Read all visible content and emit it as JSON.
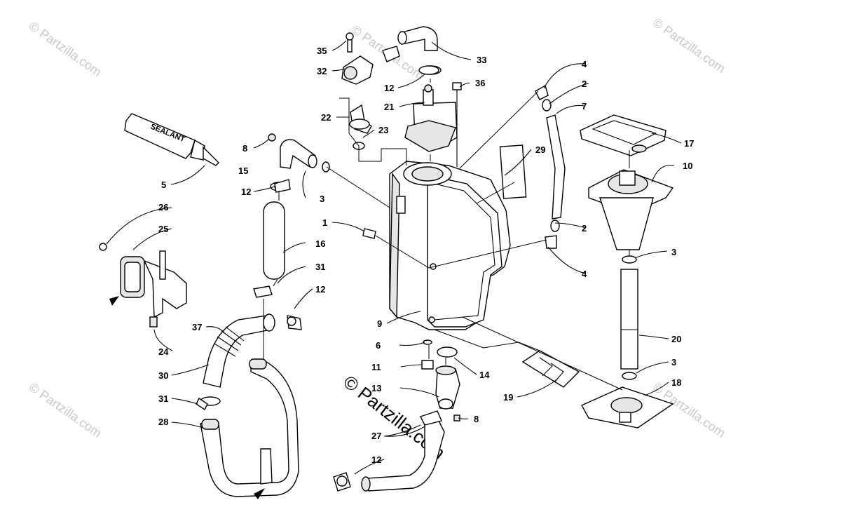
{
  "watermark": {
    "small": "© Partzilla.com",
    "big": "© Partzilla.com"
  },
  "sealant_text": "SEALANT",
  "callouts": {
    "c1": "1",
    "c2a": "2",
    "c2b": "2",
    "c3a": "3",
    "c3b": "3",
    "c3c": "3",
    "c4a": "4",
    "c4b": "4",
    "c5": "5",
    "c6": "6",
    "c7": "7",
    "c8a": "8",
    "c8b": "8",
    "c9": "9",
    "c10": "10",
    "c11": "11",
    "c12a": "12",
    "c12b": "12",
    "c12c": "12",
    "c12d": "12",
    "c13": "13",
    "c14": "14",
    "c15": "15",
    "c16": "16",
    "c17": "17",
    "c18": "18",
    "c19": "19",
    "c20": "20",
    "c21": "21",
    "c22": "22",
    "c23": "23",
    "c24": "24",
    "c25": "25",
    "c26": "26",
    "c27": "27",
    "c28": "28",
    "c29": "29",
    "c30": "30",
    "c31a": "31",
    "c31b": "31",
    "c32": "32",
    "c33": "33",
    "c35": "35",
    "c36": "36",
    "c37": "37"
  }
}
